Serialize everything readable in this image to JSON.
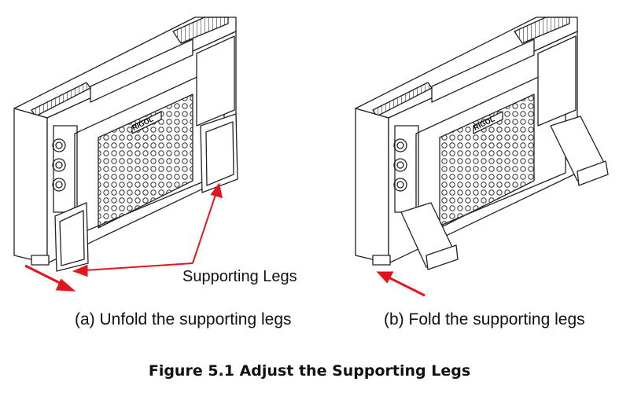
{
  "figure": {
    "caption": "Figure 5.1 Adjust the Supporting Legs",
    "callout_label": "Supporting Legs",
    "panels": [
      {
        "id": "a",
        "caption": "(a) Unfold the supporting legs",
        "logo_text": "RIGOL"
      },
      {
        "id": "b",
        "caption": "(b) Fold the supporting legs",
        "logo_text": "RIGOL"
      }
    ],
    "colors": {
      "arrow": "#e3141b",
      "line": "#222222",
      "background": "#ffffff"
    }
  }
}
